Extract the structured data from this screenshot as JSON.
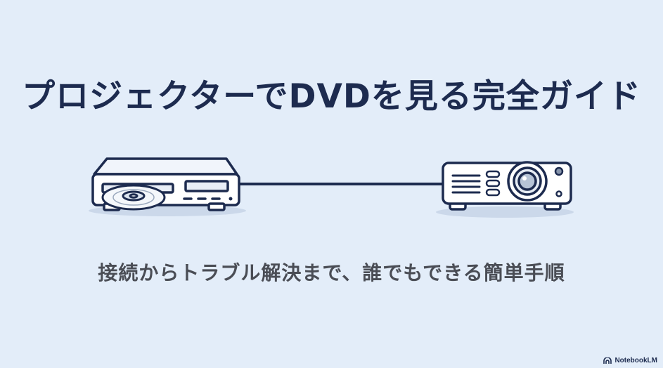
{
  "title": "プロジェクターでDVDを見る完全ガイド",
  "subtitle": "接続からトラブル解決まで、誰でもできる簡単手順",
  "watermark": {
    "label": "NotebookLM",
    "icon": "notebooklm-logo-icon"
  },
  "colors": {
    "background": "#e3edf9",
    "title": "#1d2b4f",
    "subtitle": "#4a4d55",
    "outline": "#1d2b4f",
    "device_fill": "#ffffff"
  }
}
